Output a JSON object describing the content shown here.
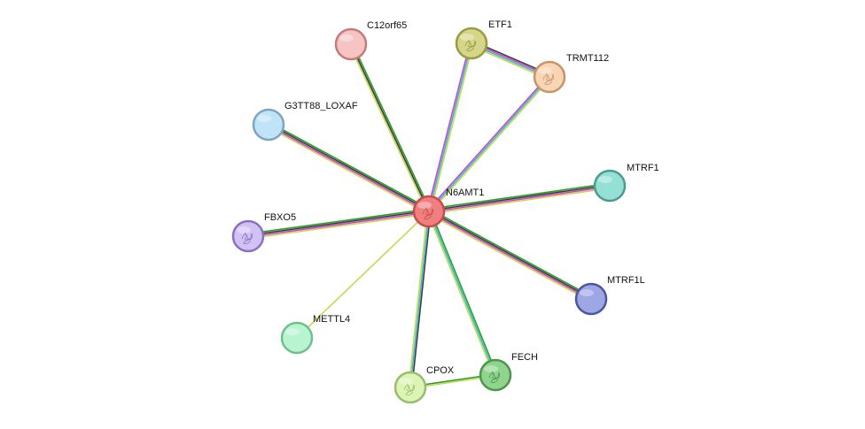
{
  "network": {
    "center": "N6AMT1",
    "nodes": [
      {
        "id": "N6AMT1",
        "label": "N6AMT1",
        "fill": "#f08080",
        "stroke": "#c84c4c",
        "has_structure": true
      },
      {
        "id": "C12orf65",
        "label": "C12orf65",
        "fill": "#f7c4c4",
        "stroke": "#c87a7a",
        "has_structure": false
      },
      {
        "id": "ETF1",
        "label": "ETF1",
        "fill": "#d6d68a",
        "stroke": "#9a9a40",
        "has_structure": true
      },
      {
        "id": "TRMT112",
        "label": "TRMT112",
        "fill": "#f8d5b4",
        "stroke": "#c8946a",
        "has_structure": true
      },
      {
        "id": "G3TT88_LOXAF",
        "label": "G3TT88_LOXAF",
        "fill": "#bfe4f8",
        "stroke": "#7aa6c4",
        "has_structure": false
      },
      {
        "id": "MTRF1",
        "label": "MTRF1",
        "fill": "#94e0d4",
        "stroke": "#4c9a90",
        "has_structure": false
      },
      {
        "id": "FBXO5",
        "label": "FBXO5",
        "fill": "#d2c2f4",
        "stroke": "#8a70c0",
        "has_structure": true
      },
      {
        "id": "MTRF1L",
        "label": "MTRF1L",
        "fill": "#9ea6e4",
        "stroke": "#4c56a0",
        "has_structure": false
      },
      {
        "id": "METTL4",
        "label": "METTL4",
        "fill": "#b8f4d0",
        "stroke": "#70c08e",
        "has_structure": false
      },
      {
        "id": "CPOX",
        "label": "CPOX",
        "fill": "#dcf4b4",
        "stroke": "#98bc70",
        "has_structure": true
      },
      {
        "id": "FECH",
        "label": "FECH",
        "fill": "#90d490",
        "stroke": "#4c964c",
        "has_structure": true
      }
    ],
    "edges": [
      {
        "source": "N6AMT1",
        "target": "C12orf65",
        "colors": [
          "#c8d850",
          "#3c3c3c",
          "#28a028"
        ]
      },
      {
        "source": "N6AMT1",
        "target": "ETF1",
        "colors": [
          "#d040d0",
          "#38b8d0",
          "#c8d850"
        ]
      },
      {
        "source": "N6AMT1",
        "target": "TRMT112",
        "colors": [
          "#d040d0",
          "#38b8d0",
          "#c8d850"
        ]
      },
      {
        "source": "ETF1",
        "target": "TRMT112",
        "colors": [
          "#3c3c3c",
          "#d040d0",
          "#38b8d0",
          "#c8d850"
        ]
      },
      {
        "source": "N6AMT1",
        "target": "G3TT88_LOXAF",
        "colors": [
          "#c8d850",
          "#d040d0",
          "#3c3c3c",
          "#28a028"
        ]
      },
      {
        "source": "N6AMT1",
        "target": "MTRF1",
        "colors": [
          "#28a028",
          "#3c3c3c",
          "#d040d0",
          "#c8d850"
        ]
      },
      {
        "source": "N6AMT1",
        "target": "FBXO5",
        "colors": [
          "#c8d850",
          "#d040d0",
          "#3c3c3c",
          "#28a028"
        ]
      },
      {
        "source": "N6AMT1",
        "target": "MTRF1L",
        "colors": [
          "#28a028",
          "#3c3c3c",
          "#d040d0",
          "#c8d850"
        ]
      },
      {
        "source": "N6AMT1",
        "target": "METTL4",
        "colors": [
          "#c8d850"
        ]
      },
      {
        "source": "N6AMT1",
        "target": "CPOX",
        "colors": [
          "#3c3c3c",
          "#38b8d0",
          "#c8d850"
        ]
      },
      {
        "source": "N6AMT1",
        "target": "FECH",
        "colors": [
          "#28a028",
          "#38b8d0",
          "#c8d850"
        ]
      },
      {
        "source": "CPOX",
        "target": "FECH",
        "colors": [
          "#28a028",
          "#c8d850"
        ]
      }
    ]
  }
}
